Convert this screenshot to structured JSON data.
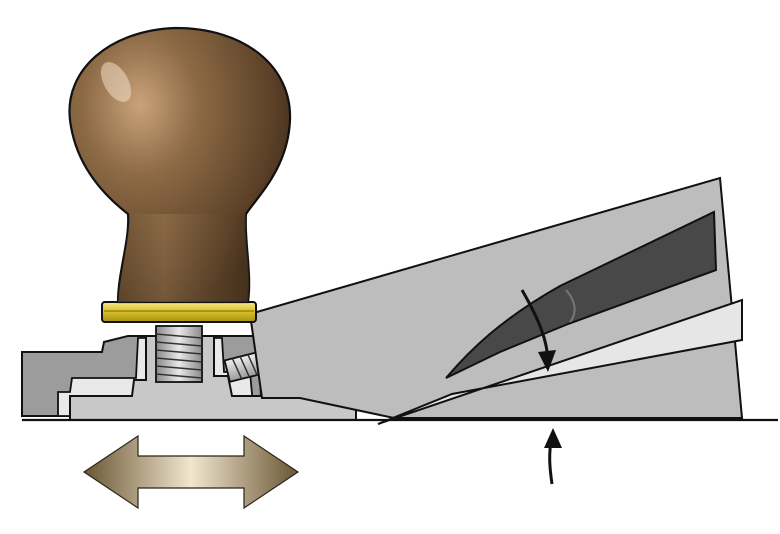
{
  "diagram": {
    "parts": [
      {
        "id": "knob",
        "icon": "wooden-knob"
      },
      {
        "id": "ferrule",
        "icon": "brass-ferrule"
      },
      {
        "id": "stud",
        "icon": "threaded-stud"
      },
      {
        "id": "adjust-screw",
        "icon": "set-screw"
      },
      {
        "id": "mouth-plate",
        "icon": "sliding-toe-piece"
      },
      {
        "id": "plane-body",
        "icon": "plane-sole"
      },
      {
        "id": "blade",
        "icon": "plane-iron"
      },
      {
        "id": "cap-iron",
        "icon": "chipbreaker"
      }
    ],
    "indicators": [
      {
        "id": "slide-direction",
        "icon": "double-arrow"
      },
      {
        "id": "mouth-opening-top",
        "icon": "down-arrow"
      },
      {
        "id": "mouth-opening-bottom",
        "icon": "up-arrow"
      }
    ],
    "colors": {
      "wood": "#7a5a36",
      "brass": "#e8d23a",
      "steel": "#bfbfbf",
      "steel_light": "#dcdcdc",
      "cast_iron": "#9c9c9c",
      "blade_dark": "#444444",
      "outline": "#111111"
    }
  }
}
